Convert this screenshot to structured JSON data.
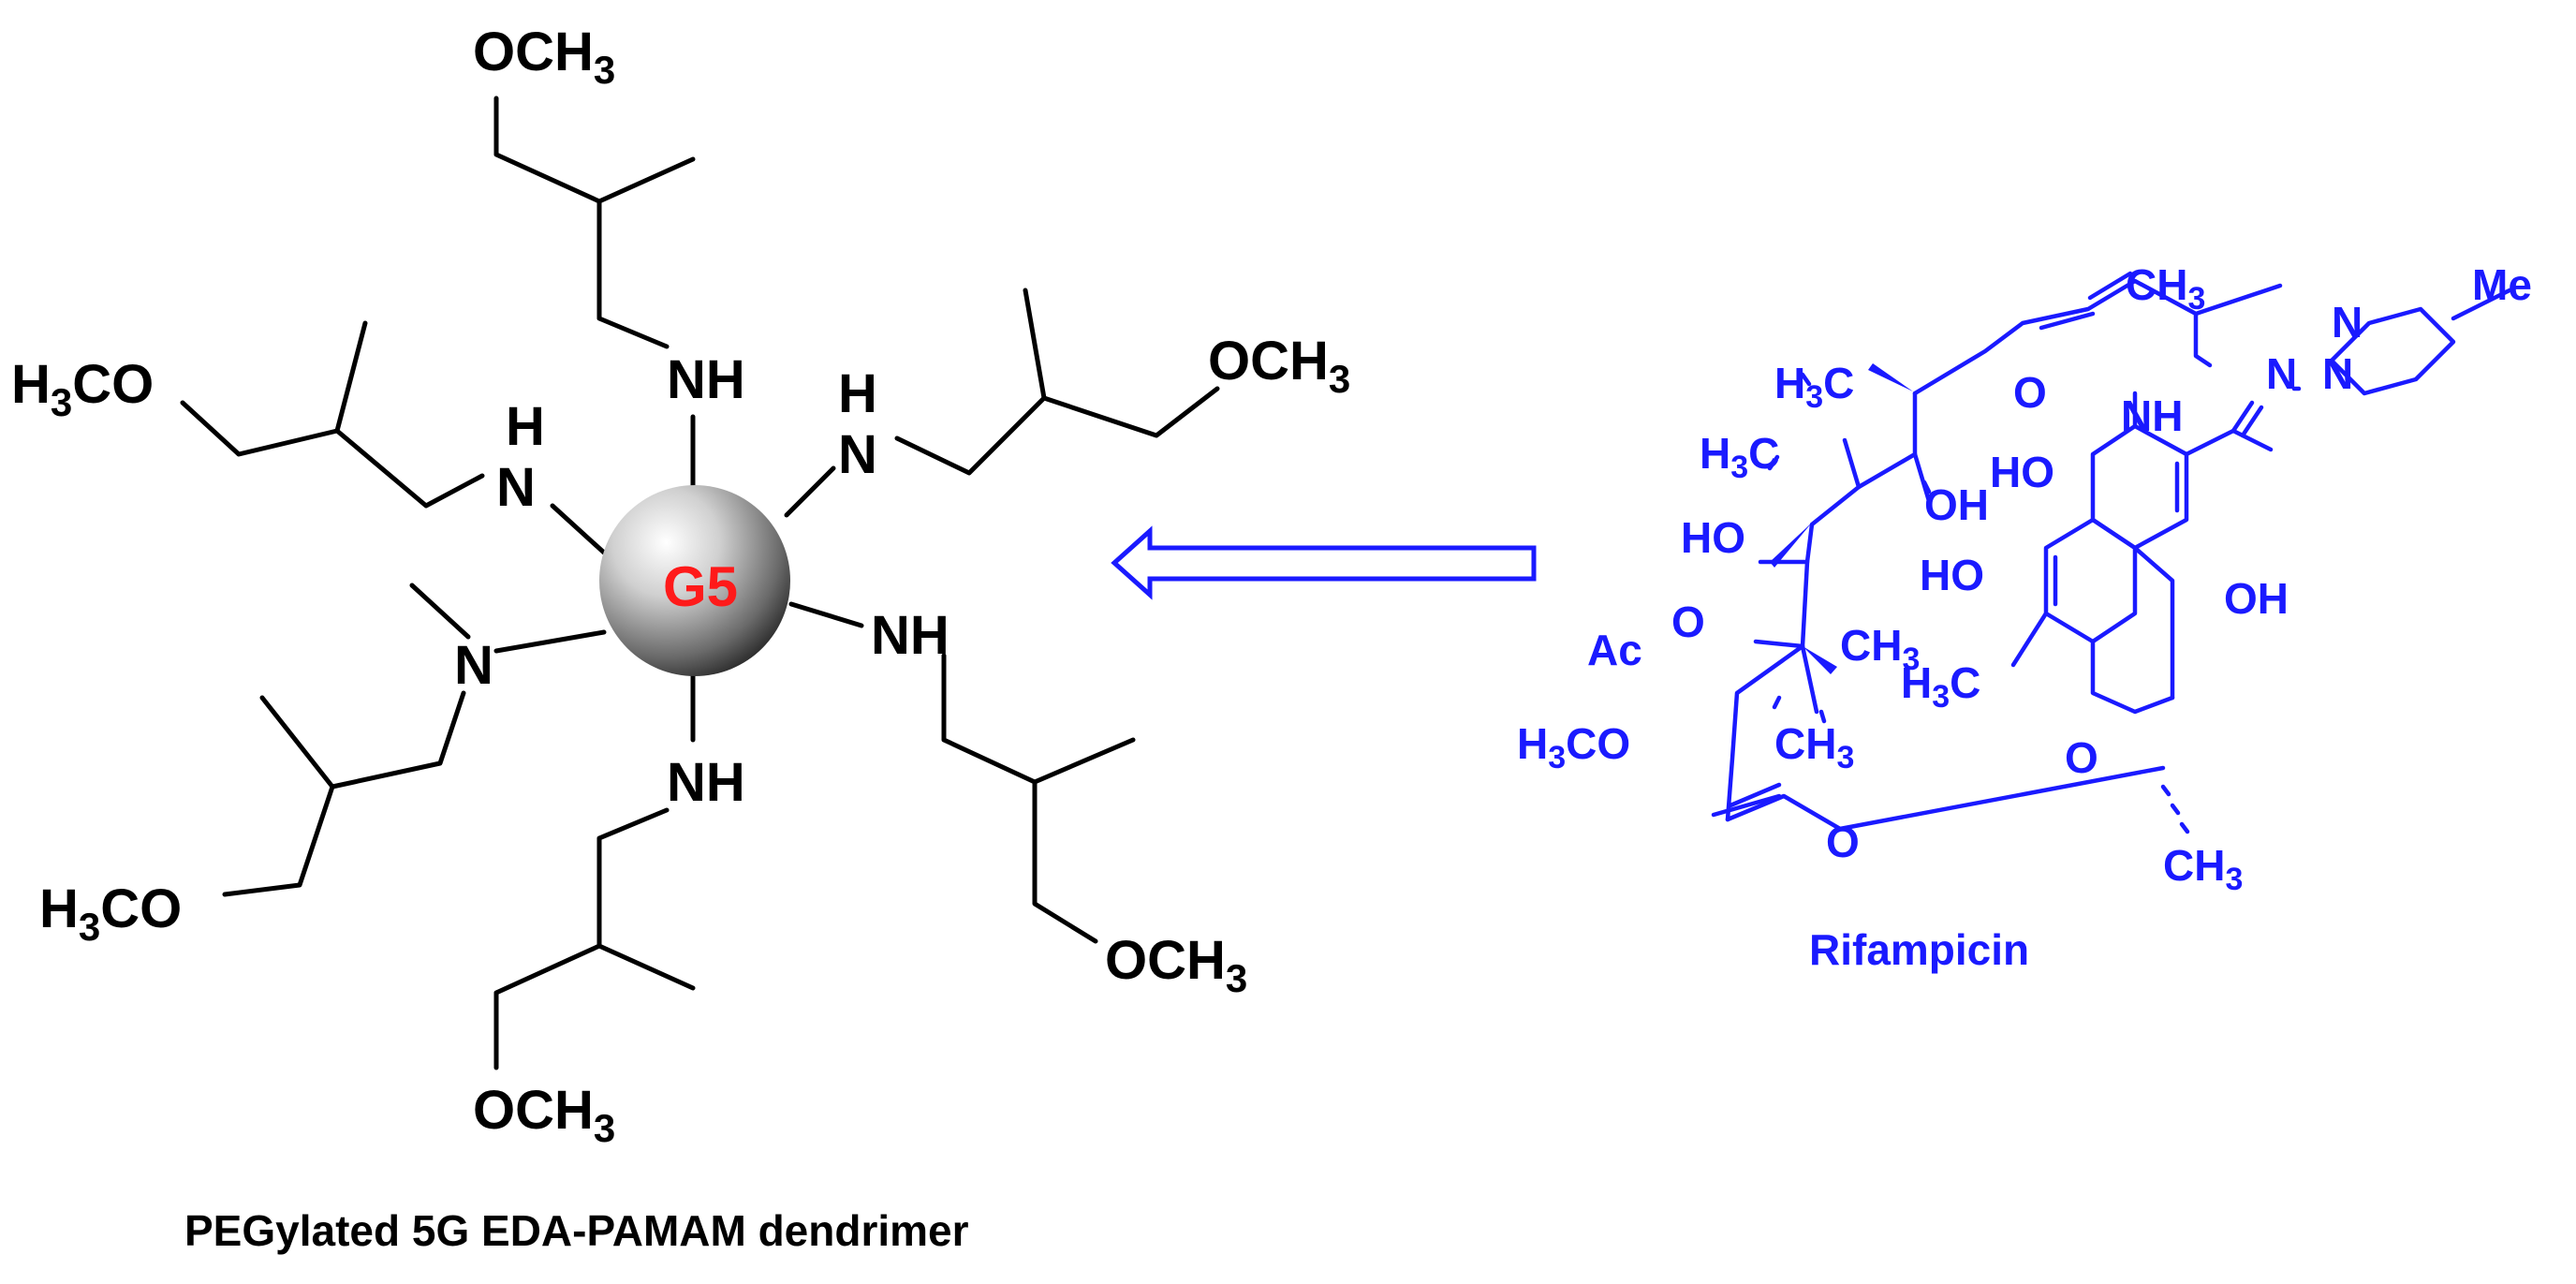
{
  "dendrimer": {
    "core_label": "G5",
    "caption": "PEGylated 5G EDA-PAMAM dendrimer",
    "group_NH": "NH",
    "group_H": "H",
    "group_N": "N",
    "group_OCH": "OCH",
    "group_H3CO_H": "H",
    "group_H3CO_3": "3",
    "group_H3CO_CO": "CO",
    "group_sub3": "3"
  },
  "rifampicin": {
    "caption": "Rifampicin",
    "labels": {
      "CH": "CH",
      "three": "3",
      "N": "N",
      "Me": "Me",
      "O": "O",
      "NH": "NH",
      "H": "H",
      "C": "C",
      "HO": "HO",
      "OH": "OH",
      "Ac": "Ac",
      "CO": "CO"
    }
  },
  "colors": {
    "dendrimer": "#000000",
    "rifampicin": "#1a1aff",
    "core_text": "#ff1a1a",
    "arrow": "#1a1aff"
  }
}
